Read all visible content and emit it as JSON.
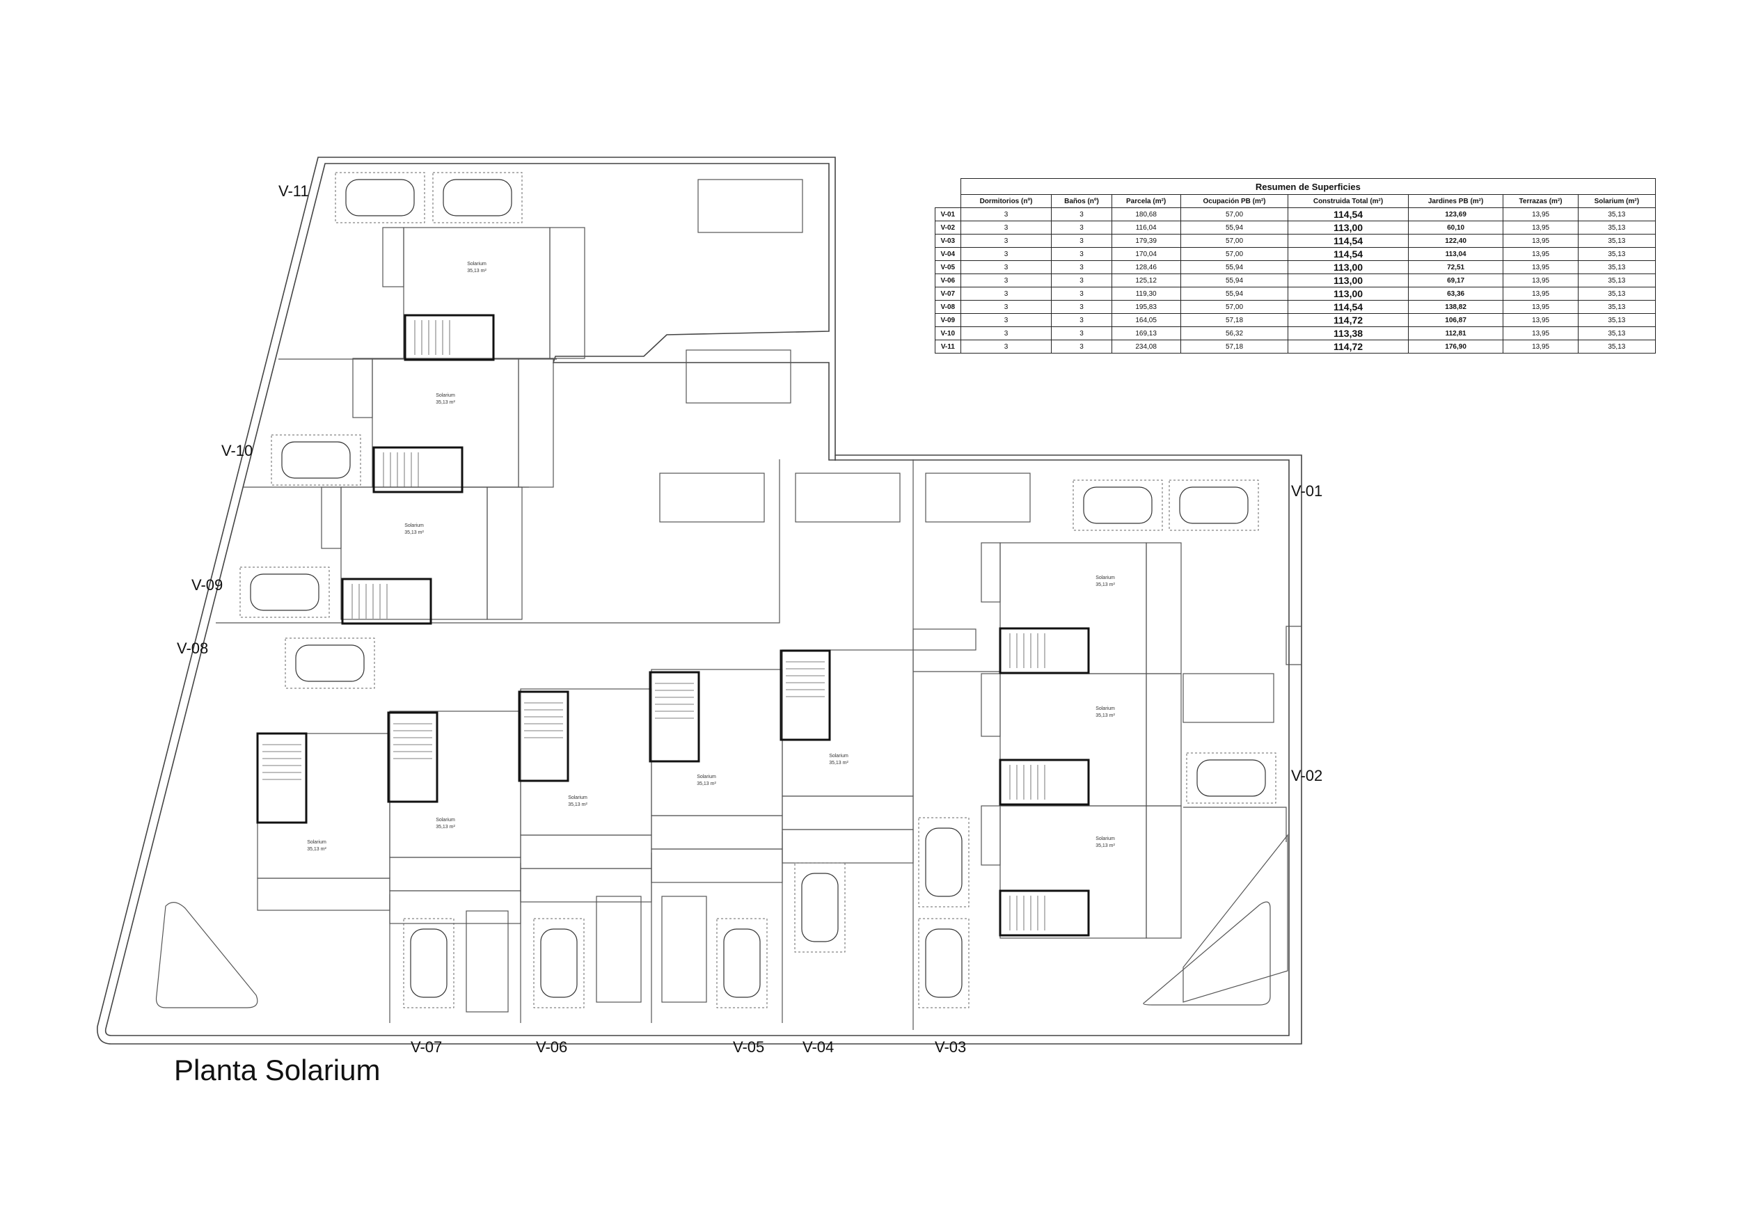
{
  "drawing": {
    "title": "Planta Solarium",
    "solarium_label": "Solarium",
    "solarium_area": "35,13 m²",
    "unit_labels": {
      "v01": "V-01",
      "v02": "V-02",
      "v03": "V-03",
      "v04": "V-04",
      "v05": "V-05",
      "v06": "V-06",
      "v07": "V-07",
      "v08": "V-08",
      "v09": "V-09",
      "v10": "V-10",
      "v11": "V-11"
    }
  },
  "summary_table": {
    "caption": "Resumen de Superficies",
    "headers": [
      "Dormitorios (nº)",
      "Baños (nº)",
      "Parcela (m²)",
      "Ocupación PB (m²)",
      "Construida Total (m²)",
      "Jardines PB (m²)",
      "Terrazas (m²)",
      "Solarium (m²)"
    ],
    "rows": [
      [
        "V-01",
        "3",
        "3",
        "180,68",
        "57,00",
        "114,54",
        "123,69",
        "13,95",
        "35,13"
      ],
      [
        "V-02",
        "3",
        "3",
        "116,04",
        "55,94",
        "113,00",
        "60,10",
        "13,95",
        "35,13"
      ],
      [
        "V-03",
        "3",
        "3",
        "179,39",
        "57,00",
        "114,54",
        "122,40",
        "13,95",
        "35,13"
      ],
      [
        "V-04",
        "3",
        "3",
        "170,04",
        "57,00",
        "114,54",
        "113,04",
        "13,95",
        "35,13"
      ],
      [
        "V-05",
        "3",
        "3",
        "128,46",
        "55,94",
        "113,00",
        "72,51",
        "13,95",
        "35,13"
      ],
      [
        "V-06",
        "3",
        "3",
        "125,12",
        "55,94",
        "113,00",
        "69,17",
        "13,95",
        "35,13"
      ],
      [
        "V-07",
        "3",
        "3",
        "119,30",
        "55,94",
        "113,00",
        "63,36",
        "13,95",
        "35,13"
      ],
      [
        "V-08",
        "3",
        "3",
        "195,83",
        "57,00",
        "114,54",
        "138,82",
        "13,95",
        "35,13"
      ],
      [
        "V-09",
        "3",
        "3",
        "164,05",
        "57,18",
        "114,72",
        "106,87",
        "13,95",
        "35,13"
      ],
      [
        "V-10",
        "3",
        "3",
        "169,13",
        "56,32",
        "113,38",
        "112,81",
        "13,95",
        "35,13"
      ],
      [
        "V-11",
        "3",
        "3",
        "234,08",
        "57,18",
        "114,72",
        "176,90",
        "13,95",
        "35,13"
      ]
    ]
  }
}
